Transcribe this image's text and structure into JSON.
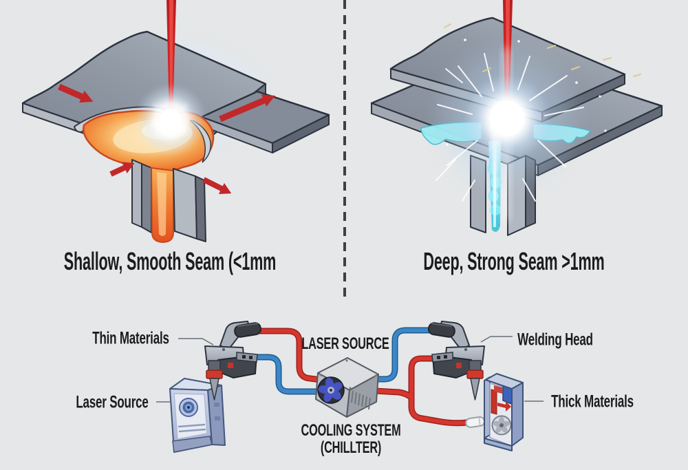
{
  "panels": {
    "left": {
      "caption": "Shallow, Smooth Seam (<1mm",
      "illustration": "shallow-smooth-weld-seam"
    },
    "right": {
      "caption": "Deep, Strong Seam >1mm",
      "illustration": "deep-strong-weld-seam"
    }
  },
  "schematic": {
    "labels": {
      "thin_materials": "Thin Materials",
      "laser_source_device": "Laser Source",
      "laser_source_top": "LASER SOURCE",
      "cooling_system_line1": "COOLING SYSTEM",
      "cooling_system_line2": "(CHILLTER)",
      "welding_head": "Welding Head",
      "thick_materials": "Thick Materials"
    },
    "components": [
      "welding-head-left",
      "laser-source-box",
      "cooling-chiller-box",
      "welding-head-right",
      "thick-materials-cabinet",
      "coolant-capsule"
    ]
  },
  "palette": {
    "background": "#e5e7e8",
    "laser_red": "#d2262b",
    "molten_orange": "#ee7a2e",
    "weld_cyan": "#5ad8e8",
    "cable_red": "#d5372e",
    "cable_blue": "#3b87cc",
    "metal_gray": "#8d95a2",
    "device_blue": "#a9b7d4",
    "text": "#1b1c1e",
    "divider": "#3c4148"
  }
}
